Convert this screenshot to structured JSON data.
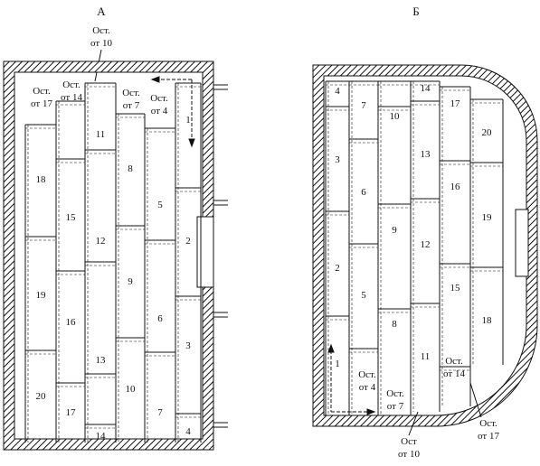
{
  "diagram_a": {
    "title": "А",
    "top_note": [
      "Ост.",
      "от 10"
    ],
    "notes": [
      {
        "lines": [
          "Ост.",
          "от 17"
        ]
      },
      {
        "lines": [
          "Ост.",
          "от 14"
        ]
      },
      {
        "lines": [
          "Ост.",
          "от 7"
        ]
      },
      {
        "lines": [
          "Ост.",
          "от 4"
        ]
      }
    ],
    "columns": [
      {
        "labels": [
          "18",
          "19",
          "20"
        ]
      },
      {
        "labels": [
          "15",
          "16",
          "17"
        ]
      },
      {
        "labels": [
          "11",
          "12",
          "13",
          "14"
        ]
      },
      {
        "labels": [
          "8",
          "9",
          "10"
        ]
      },
      {
        "labels": [
          "5",
          "6",
          "7"
        ]
      },
      {
        "labels": [
          "1",
          "2",
          "3",
          "4"
        ]
      }
    ]
  },
  "diagram_b": {
    "title": "Б",
    "notes": [
      {
        "lines": [
          "Ост.",
          "от 4"
        ]
      },
      {
        "lines": [
          "Ост.",
          "от 7"
        ]
      },
      {
        "lines": [
          "Ост",
          "от 10"
        ]
      },
      {
        "lines": [
          "Ост.",
          "от 14"
        ]
      },
      {
        "lines": [
          "Ост.",
          "от 17"
        ]
      }
    ],
    "columns": [
      {
        "labels": [
          "4",
          "3",
          "2",
          "1"
        ]
      },
      {
        "labels": [
          "7",
          "6",
          "5"
        ]
      },
      {
        "labels": [
          "10",
          "9",
          "8"
        ]
      },
      {
        "labels": [
          "14",
          "13",
          "12",
          "11"
        ]
      },
      {
        "labels": [
          "17",
          "16",
          "15"
        ]
      },
      {
        "labels": [
          "20",
          "19",
          "18"
        ]
      }
    ]
  },
  "colors": {
    "ink": "#111111",
    "paper": "#ffffff"
  }
}
